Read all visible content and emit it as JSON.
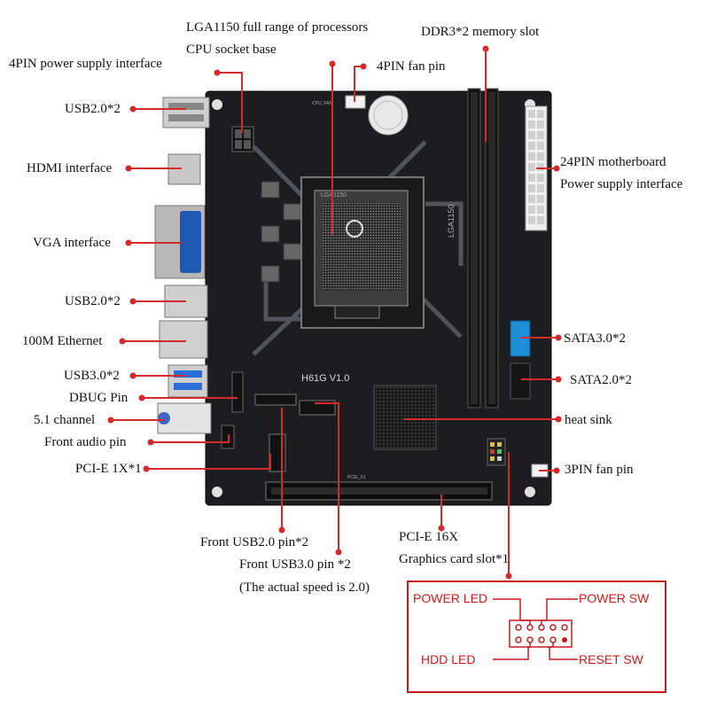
{
  "labels": {
    "cpu_socket_line1": "LGA1150 full range of processors",
    "cpu_socket_line2": "CPU socket base",
    "ddr3": "DDR3*2 memory slot",
    "power_4pin": "4PIN power supply interface",
    "fan_4pin": "4PIN fan pin",
    "usb20_top": "USB2.0*2",
    "hdmi": "HDMI interface",
    "vga": "VGA interface",
    "usb20_mid": "USB2.0*2",
    "ethernet": "100M Ethernet",
    "usb30": "USB3.0*2",
    "dbug": "DBUG Pin",
    "audio51": "5.1 channel",
    "front_audio": "Front audio pin",
    "pcie1x": "PCI-E 1X*1",
    "atx24_line1": "24PIN motherboard",
    "atx24_line2": "Power supply interface",
    "sata3": "SATA3.0*2",
    "sata2": "SATA2.0*2",
    "heatsink": "heat sink",
    "fan_3pin": "3PIN fan pin",
    "front_usb20": "Front USB2.0 pin*2",
    "front_usb30": "Front USB3.0 pin *2",
    "front_usb30_note": "(The actual speed is 2.0)",
    "pcie16x_line1": "PCI-E 16X",
    "pcie16x_line2": "Graphics card slot*1"
  },
  "board_text": {
    "model": "H61G  V1.0",
    "socket_mark": "LGA1150",
    "chip_mark": "LGA1150",
    "cpu_fan": "CPU_FAN",
    "pcie_slot": "PCIE_X1"
  },
  "front_panel": {
    "power_led": "POWER LED",
    "power_sw": "POWER SW",
    "hdd_led": "HDD  LED",
    "reset_sw": "RESET SW"
  },
  "colors": {
    "accent": "#d42a2a",
    "board": "#1d1d1f",
    "sata_blue": "#1e8fd6"
  }
}
